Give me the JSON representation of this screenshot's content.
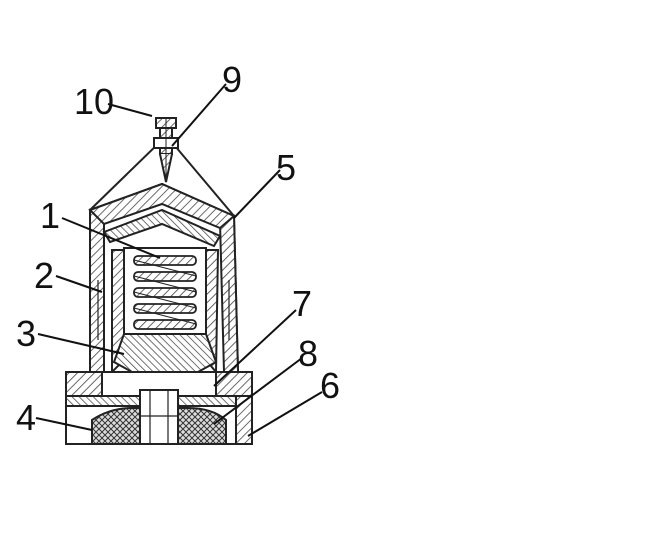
{
  "diagram": {
    "callouts": [
      {
        "id": "spring",
        "label": "1"
      },
      {
        "id": "housing-wall",
        "label": "2"
      },
      {
        "id": "piston",
        "label": "3"
      },
      {
        "id": "base-ring",
        "label": "4"
      },
      {
        "id": "cap-wire",
        "label": "5"
      },
      {
        "id": "base-edge",
        "label": "6"
      },
      {
        "id": "seal-ring",
        "label": "7"
      },
      {
        "id": "annulus",
        "label": "8"
      },
      {
        "id": "stem",
        "label": "9"
      },
      {
        "id": "stem-head",
        "label": "10"
      }
    ]
  }
}
